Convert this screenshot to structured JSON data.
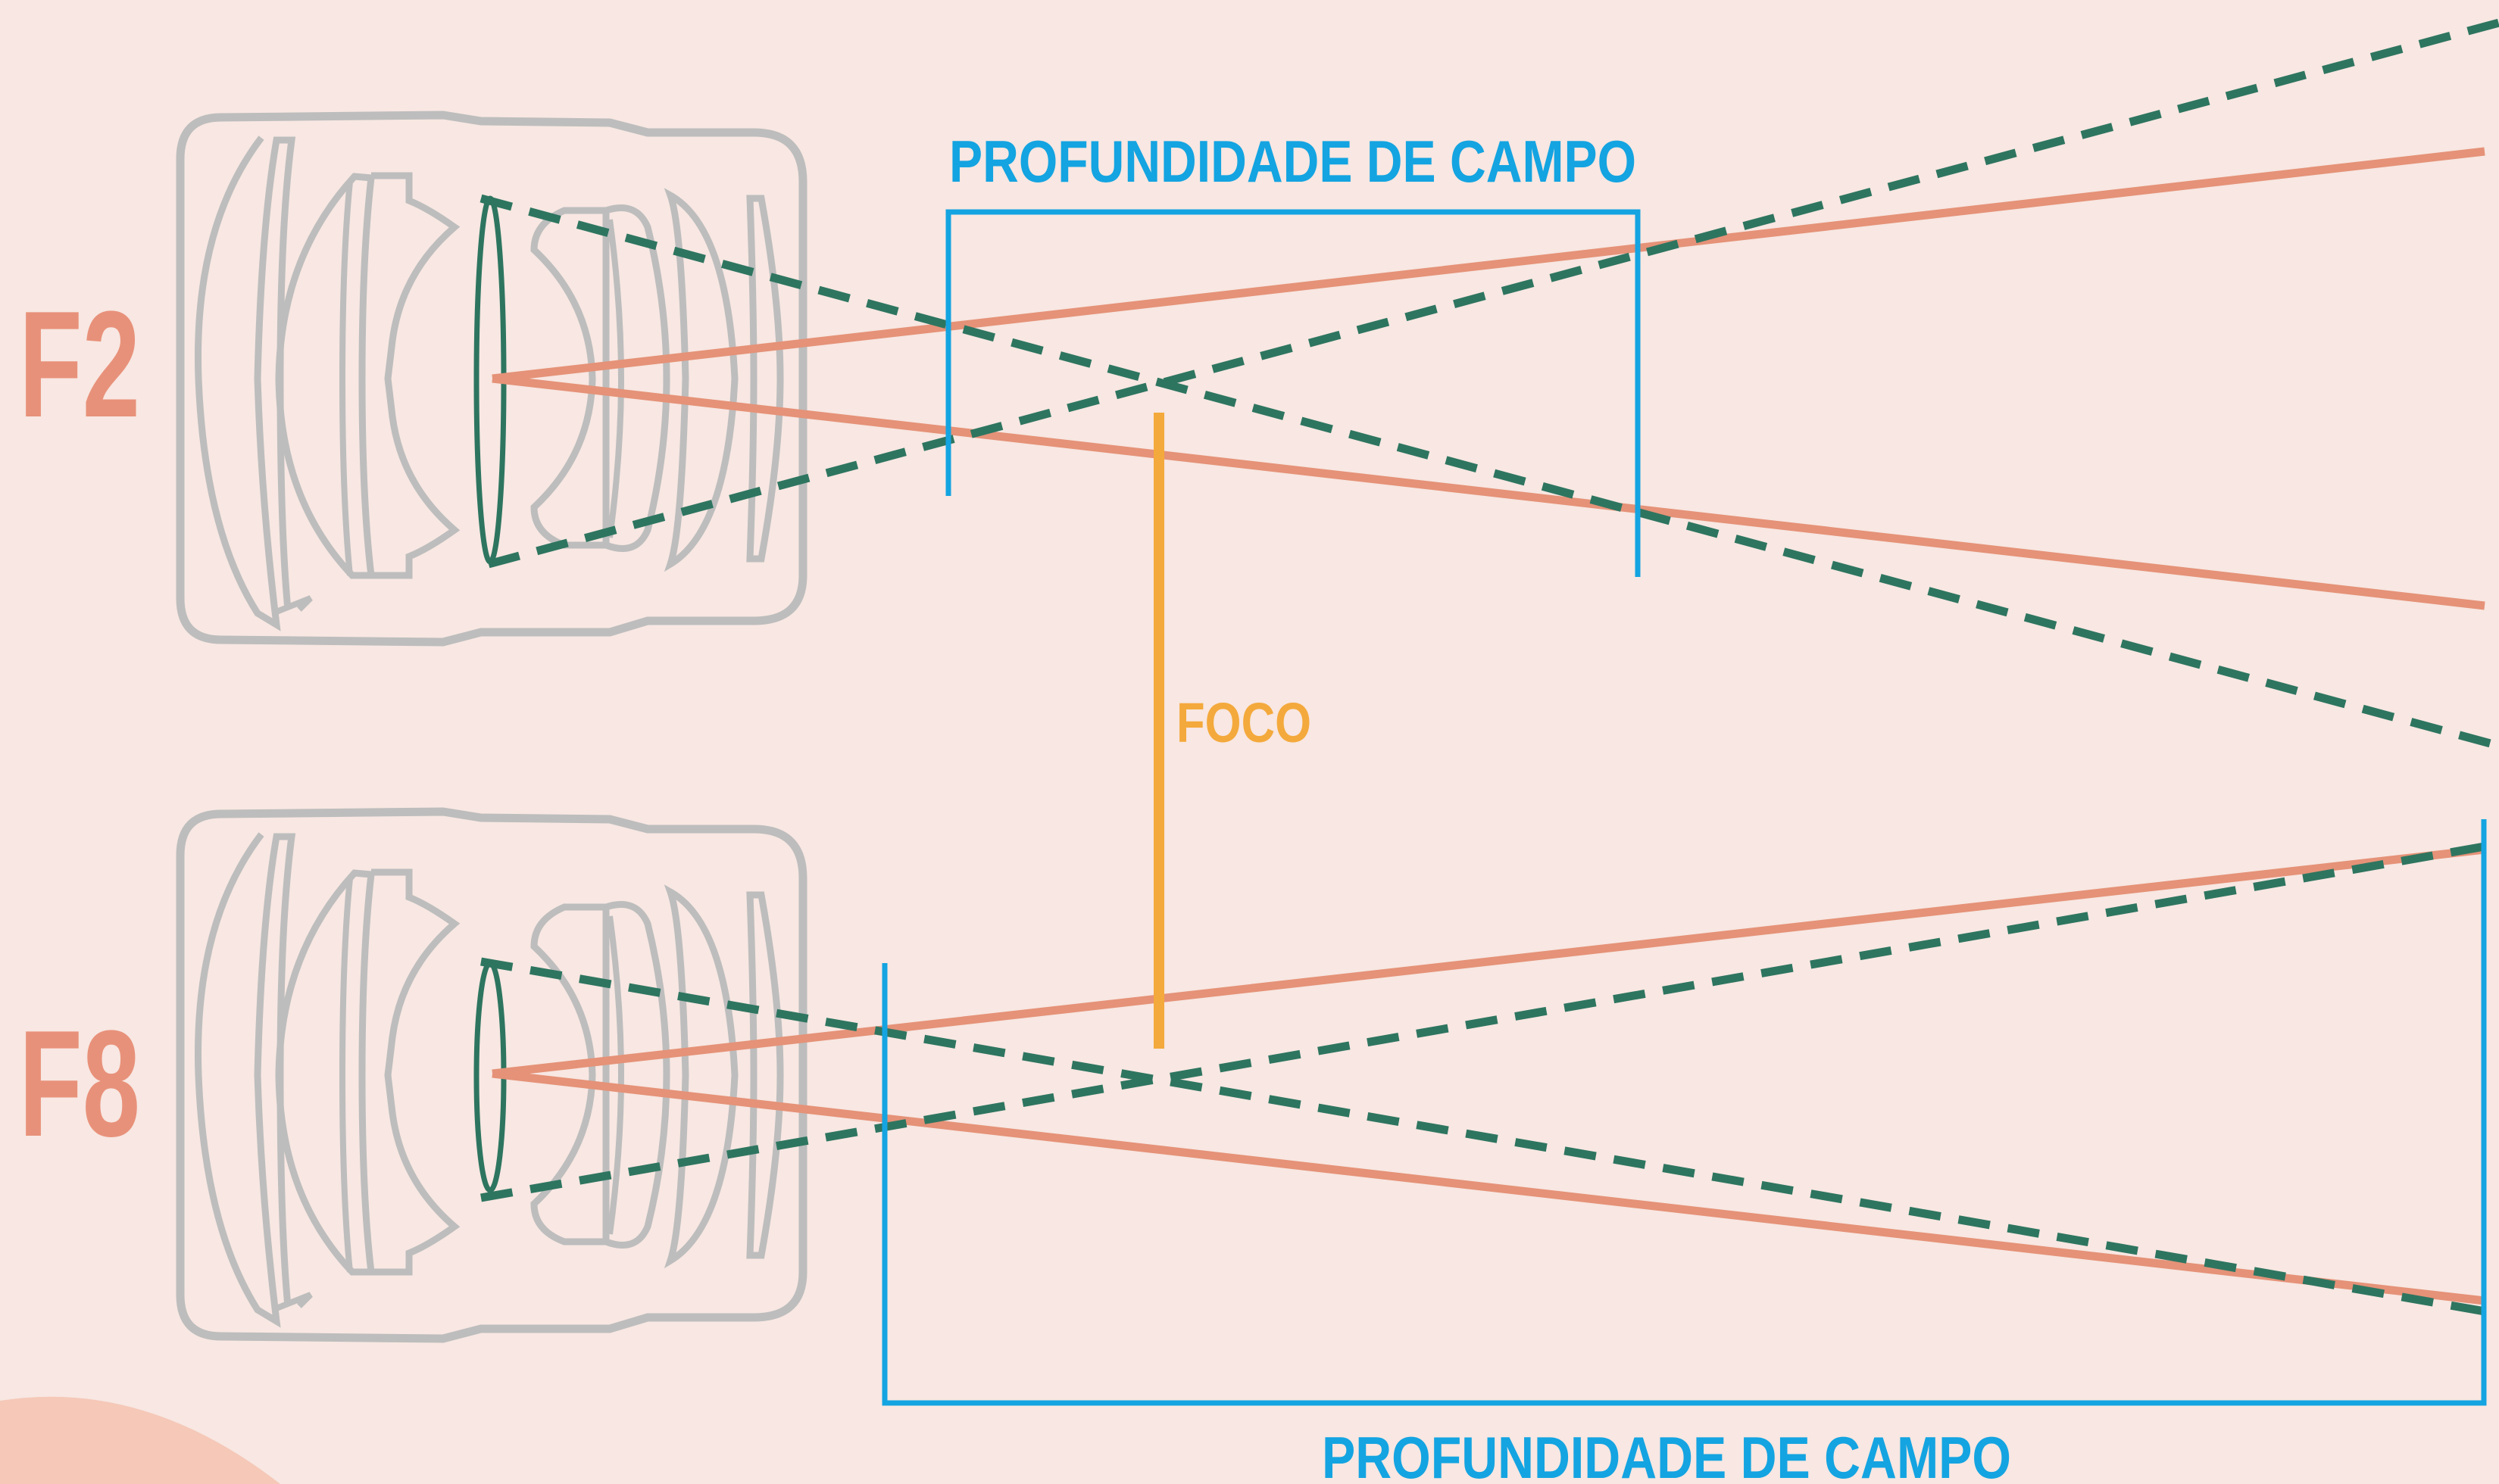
{
  "labels": {
    "f2": "F2",
    "f8": "F8",
    "dof_top": "PROFUNDIDADE DE CAMPO",
    "dof_bottom": "PROFUNDIDADE DE CAMPO",
    "focus": "FOCO"
  },
  "colors": {
    "background": "#f8e7e2",
    "corner_shape": "#f5c8b8",
    "lens_outline": "#bdbdbd",
    "aperture": "#2e7560",
    "ray_solid": "#e59278",
    "ray_dashed": "#2e7560",
    "depth_of_field": "#14a4e1",
    "focus_line": "#f4a93c",
    "f_number": "#e8917a"
  },
  "icons": {
    "lens_top": "camera-lens-icon",
    "lens_bottom": "camera-lens-icon"
  }
}
